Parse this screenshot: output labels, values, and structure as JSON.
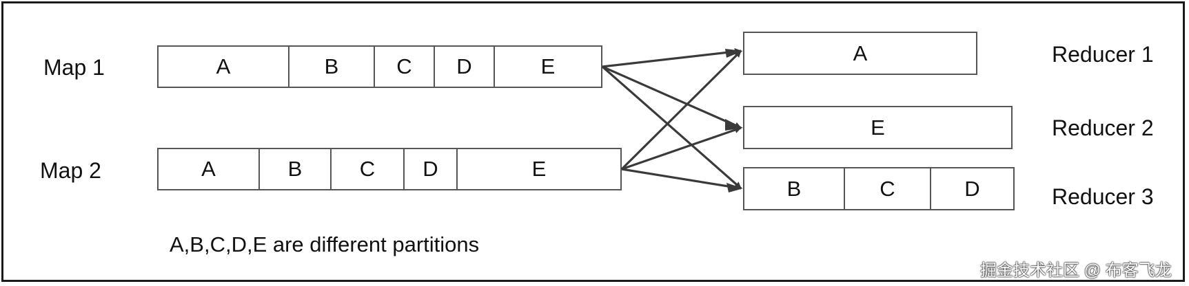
{
  "maps": [
    {
      "label": "Map 1",
      "partitions": [
        "A",
        "B",
        "C",
        "D",
        "E"
      ]
    },
    {
      "label": "Map 2",
      "partitions": [
        "A",
        "B",
        "C",
        "D",
        "E"
      ]
    }
  ],
  "reducers": [
    {
      "label": "Reducer 1",
      "partitions": [
        "A"
      ]
    },
    {
      "label": "Reducer 2",
      "partitions": [
        "E"
      ]
    },
    {
      "label": "Reducer 3",
      "partitions": [
        "B",
        "C",
        "D"
      ]
    }
  ],
  "note": "A,B,C,D,E are different partitions",
  "watermark": "掘金技术社区 @ 布客飞龙"
}
